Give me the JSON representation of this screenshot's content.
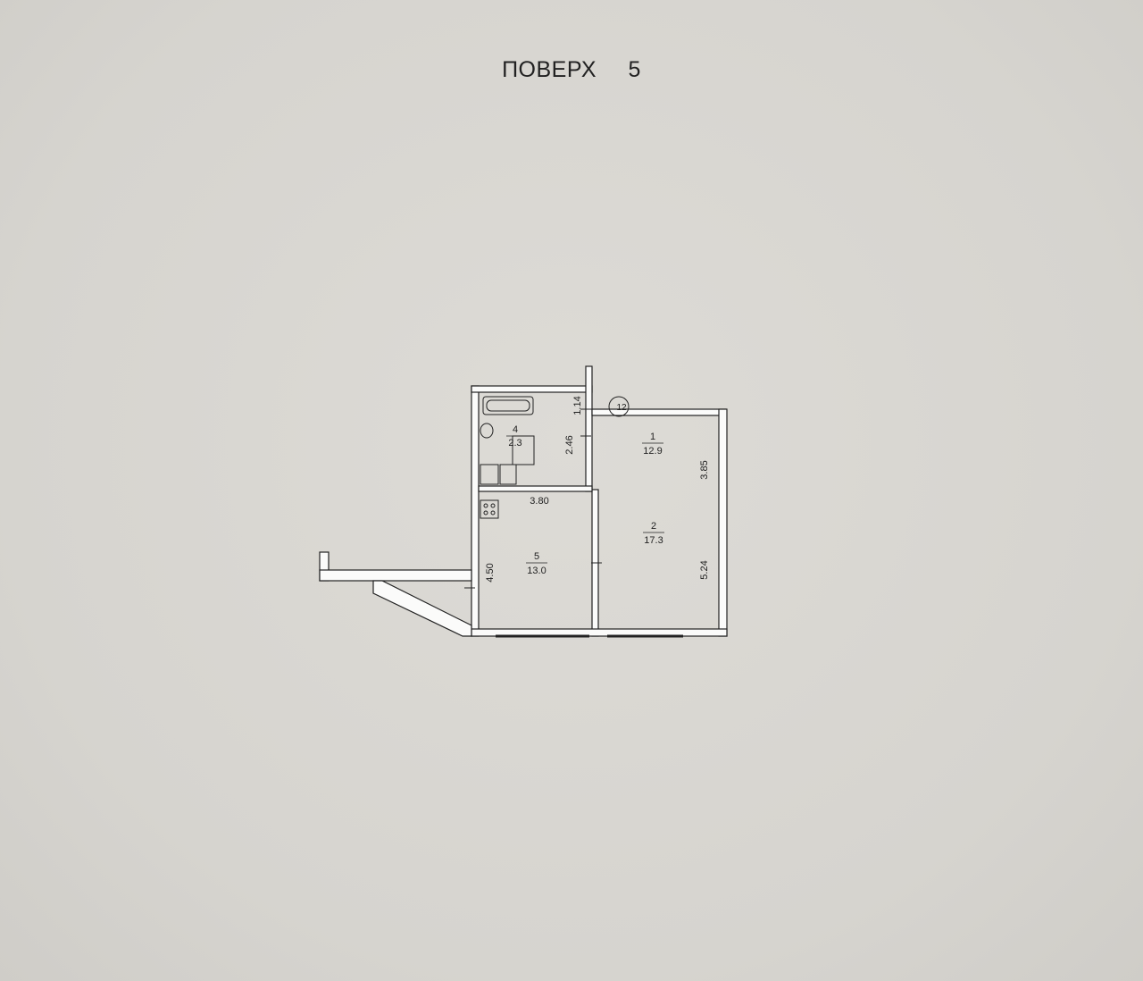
{
  "title": {
    "word": "ПОВЕРХ",
    "number": "5"
  },
  "rooms": [
    {
      "id": "room-1",
      "number": "1",
      "area": "12.9"
    },
    {
      "id": "room-2",
      "number": "2",
      "area": "17.3"
    },
    {
      "id": "room-4",
      "number": "4",
      "area": "2.3"
    },
    {
      "id": "room-5",
      "number": "5",
      "area": "13.0"
    }
  ],
  "dimensions": {
    "d_380": "3.80",
    "d_246": "2.46",
    "d_114": "1.14",
    "d_385": "3.85",
    "d_524": "5.24",
    "d_450": "4.50"
  },
  "markers": {
    "circle_label": "12"
  },
  "colors": {
    "paper": "#d9d7d2",
    "wall_fill": "#ffffff",
    "line": "#222222"
  }
}
